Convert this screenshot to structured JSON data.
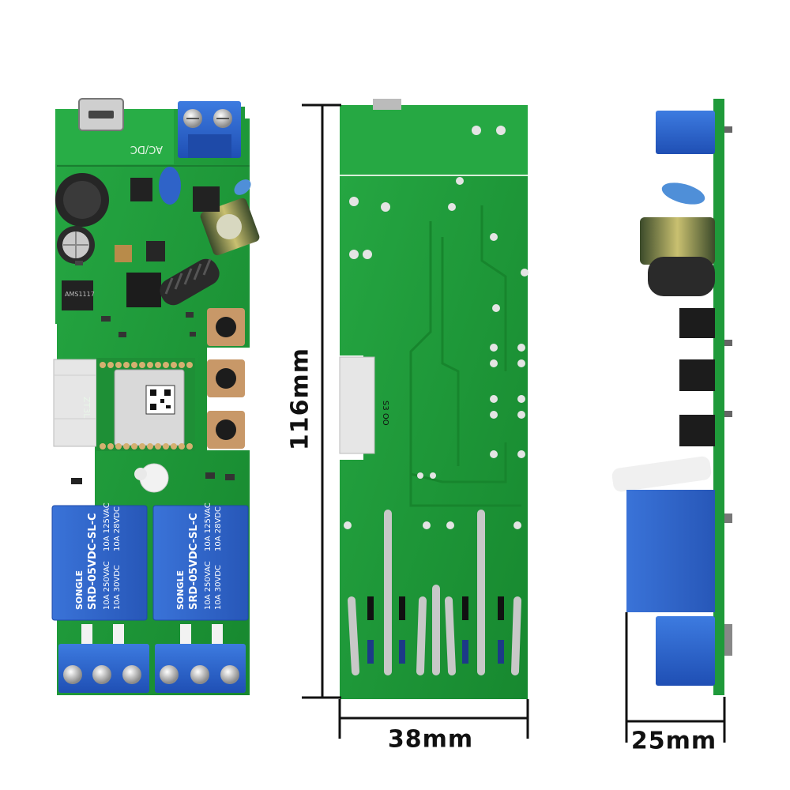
{
  "dimensions": {
    "height": "116mm",
    "width": "38mm",
    "depth": "25mm"
  },
  "board_text": {
    "power_label": "AC/DC",
    "relay_brand": "SONGLE",
    "relay_model": "SRD-05VDC-SL-C",
    "relay_rating_1": "10A 250VAC",
    "relay_rating_2": "10A 30VDC",
    "relay_rating_3": "10A 125VAC",
    "relay_rating_4": "10A 28VDC",
    "module_label": "ZT3L",
    "regulator_label": "AMS1117",
    "back_label": "S3 OO"
  },
  "colors": {
    "pcb_green": "#1f9a3a",
    "relay_blue": "#2f63c8",
    "terminal_blue": "#2a5fd0"
  }
}
